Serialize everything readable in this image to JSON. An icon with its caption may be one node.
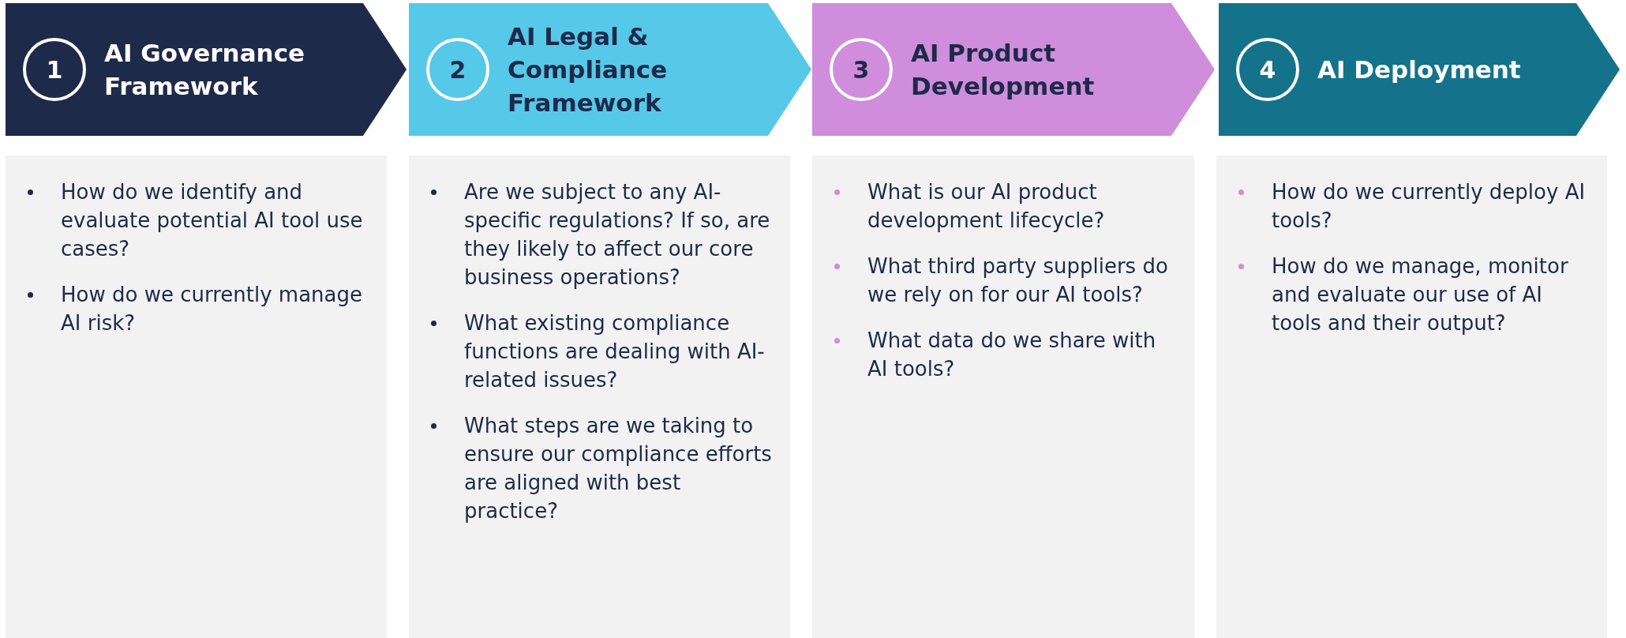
{
  "diagram": {
    "nodes": [
      {
        "text": [
          "1",
          "AI Governance Framework"
        ]
      },
      {
        "text": [
          "2",
          "AI Legal & Compliance Framework"
        ]
      },
      {
        "text": [
          "3",
          "AI Product Development"
        ]
      },
      {
        "text": [
          "4",
          "AI Deployment"
        ]
      },
      {
        "text": [
          "How do we identify and evaluate potential AI tool use cases?",
          "How do we currently manage AI risk?"
        ]
      },
      {
        "text": [
          "Are we subject to any AI-specific regulations? If so, are they likely to affect our core business operations?",
          "What existing compliance functions are dealing with AI-related issues?",
          "What steps are we taking to ensure our compliance efforts are aligned with best practice?"
        ]
      },
      {
        "text": [
          "What is our AI product development lifecycle?",
          "What third party suppliers do we rely on for our AI tools?",
          "What data do we share with AI tools?"
        ]
      },
      {
        "text": [
          "How do we currently deploy AI tools?",
          "How do we manage, monitor and evaluate our use of AI tools and their output?"
        ]
      }
    ]
  }
}
